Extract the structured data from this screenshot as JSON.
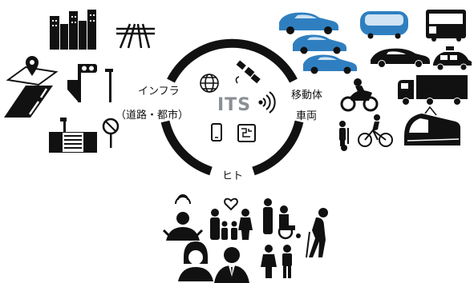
{
  "center": {
    "title": "ITS"
  },
  "labels": {
    "infra": "インフラ",
    "infra_sub": "（道路・都市）",
    "mobility": "移動体",
    "vehicle": "車両",
    "human": "ヒト"
  },
  "icons": {
    "center": [
      "globe-icon",
      "satellite-icon",
      "wireless-signal-icon",
      "smartphone-icon",
      "map-terminal-icon"
    ],
    "infrastructure": [
      "city-buildings-icon",
      "highway-interchange-icon",
      "map-pin-icon",
      "road-icon",
      "traffic-signal-icon",
      "street-light-icon",
      "railway-crossing-icon",
      "traffic-sign-icon"
    ],
    "vehicles": [
      "sedan-car-icon",
      "autonomous-shuttle-icon",
      "bus-icon",
      "sports-car-icon",
      "taxi-icon",
      "motorcycle-icon",
      "truck-icon",
      "segway-rider-icon",
      "bicycle-rider-icon",
      "train-icon"
    ],
    "people": [
      "speaking-person-icon",
      "family-icon",
      "caregiver-wheelchair-icon",
      "elderly-person-icon",
      "woman-icon",
      "businessman-icon",
      "children-icon"
    ]
  },
  "colors": {
    "car_blue": "#2f7fc0",
    "ring": "#111111",
    "its_text": "#8a8f96"
  }
}
